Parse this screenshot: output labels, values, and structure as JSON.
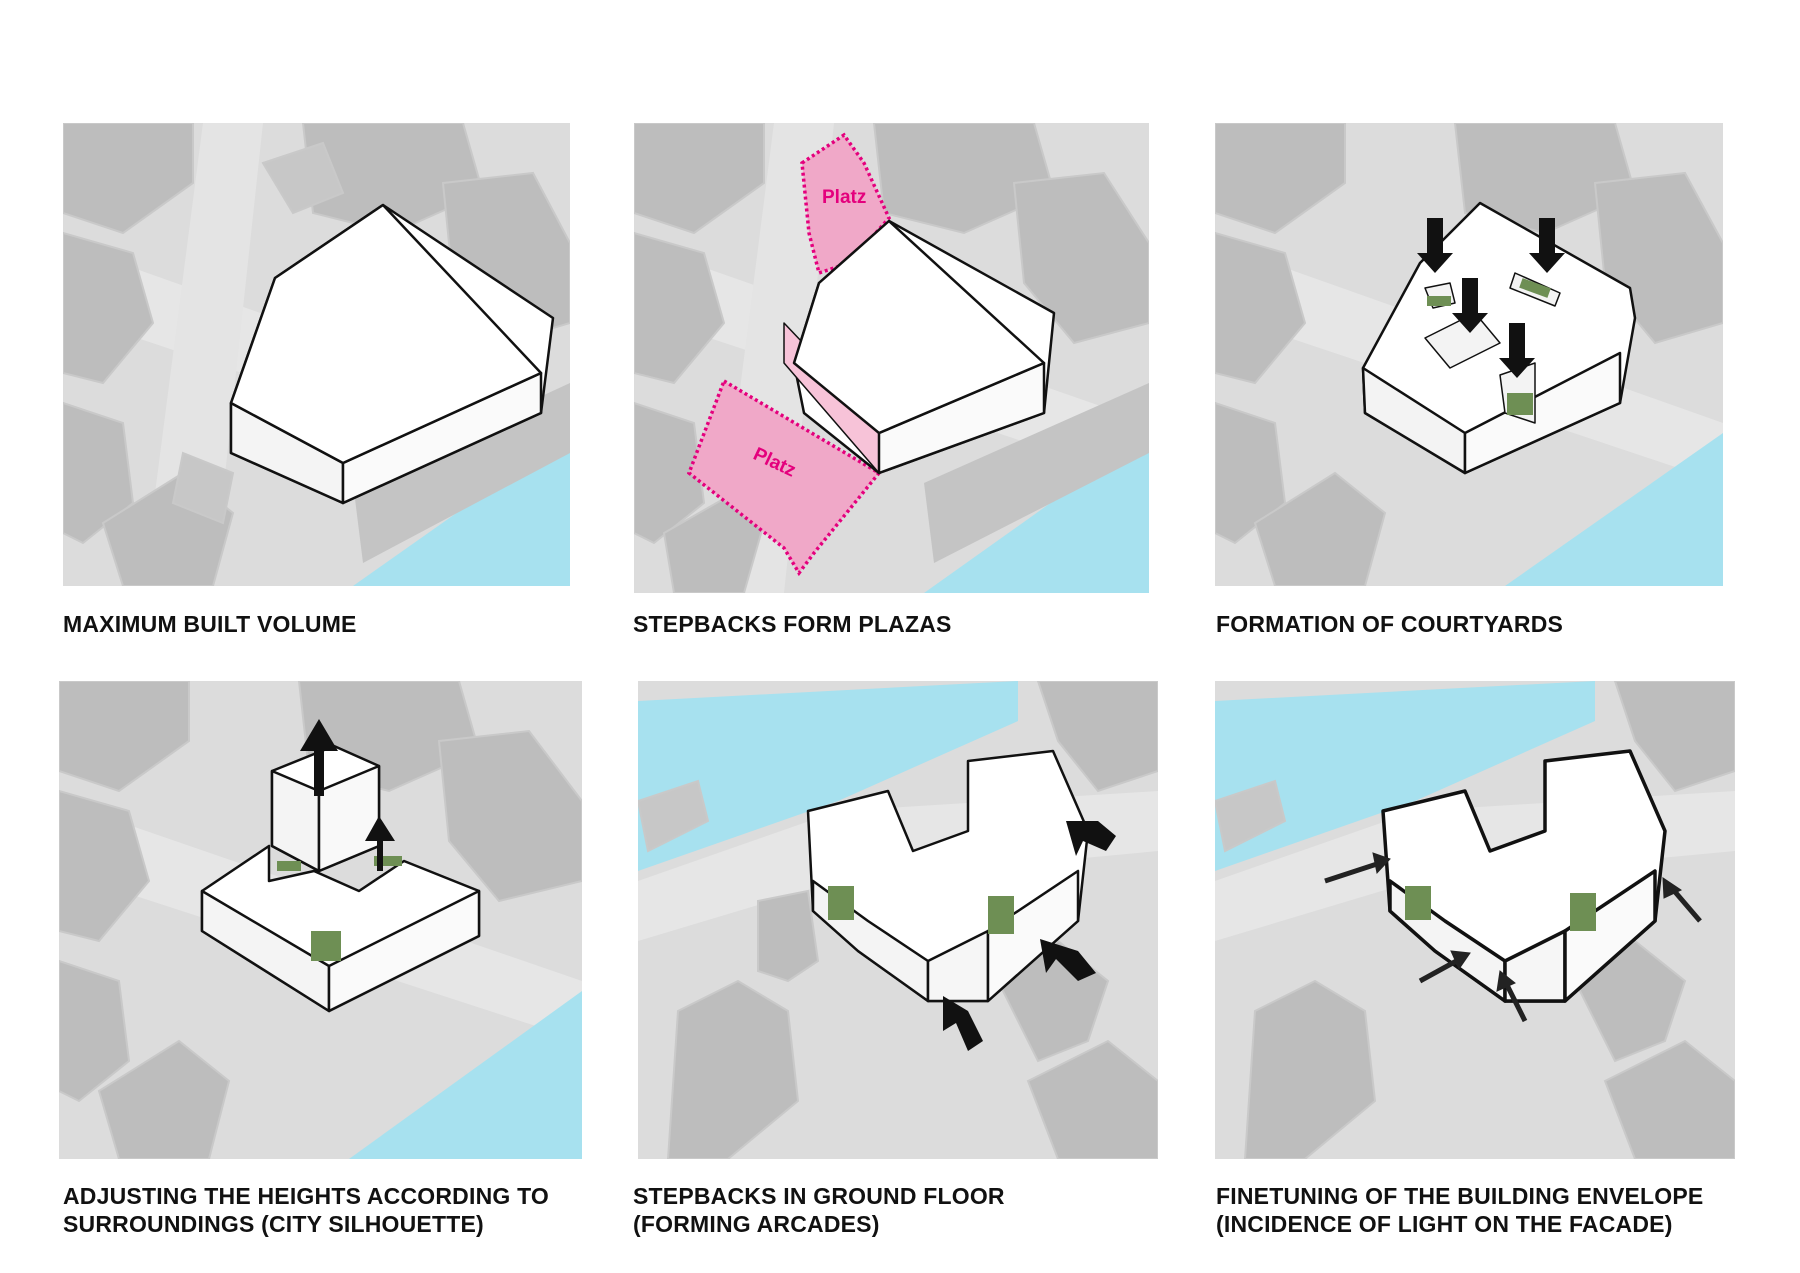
{
  "colors": {
    "ground": "#dcdcdc",
    "street": "#e7e8ea",
    "building_gray": "#b9b9b9",
    "building_gray_light": "#cdcdcd",
    "water": "#a7e1ef",
    "massing": "#ffffff",
    "plaza_fill": "#f0a8c8",
    "plaza_outline": "#e4007d",
    "greenery": "#6e8f54",
    "arrow": "#111111"
  },
  "panels": [
    {
      "caption_lines": [
        "MAXIMUM BUILT VOLUME"
      ]
    },
    {
      "caption_lines": [
        "STEPBACKS FORM PLAZAS"
      ],
      "plaza_labels": [
        "Platz",
        "Platz"
      ]
    },
    {
      "caption_lines": [
        "FORMATION OF COURTYARDS"
      ]
    },
    {
      "caption_lines": [
        "ADJUSTING THE HEIGHTS ACCORDING TO",
        "SURROUNDINGS (CITY SILHOUETTE)"
      ]
    },
    {
      "caption_lines": [
        "STEPBACKS IN GROUND FLOOR",
        "(FORMING ARCADES)"
      ]
    },
    {
      "caption_lines": [
        "FINETUNING OF THE BUILDING ENVELOPE",
        "(INCIDENCE OF LIGHT ON THE FACADE)"
      ]
    }
  ]
}
